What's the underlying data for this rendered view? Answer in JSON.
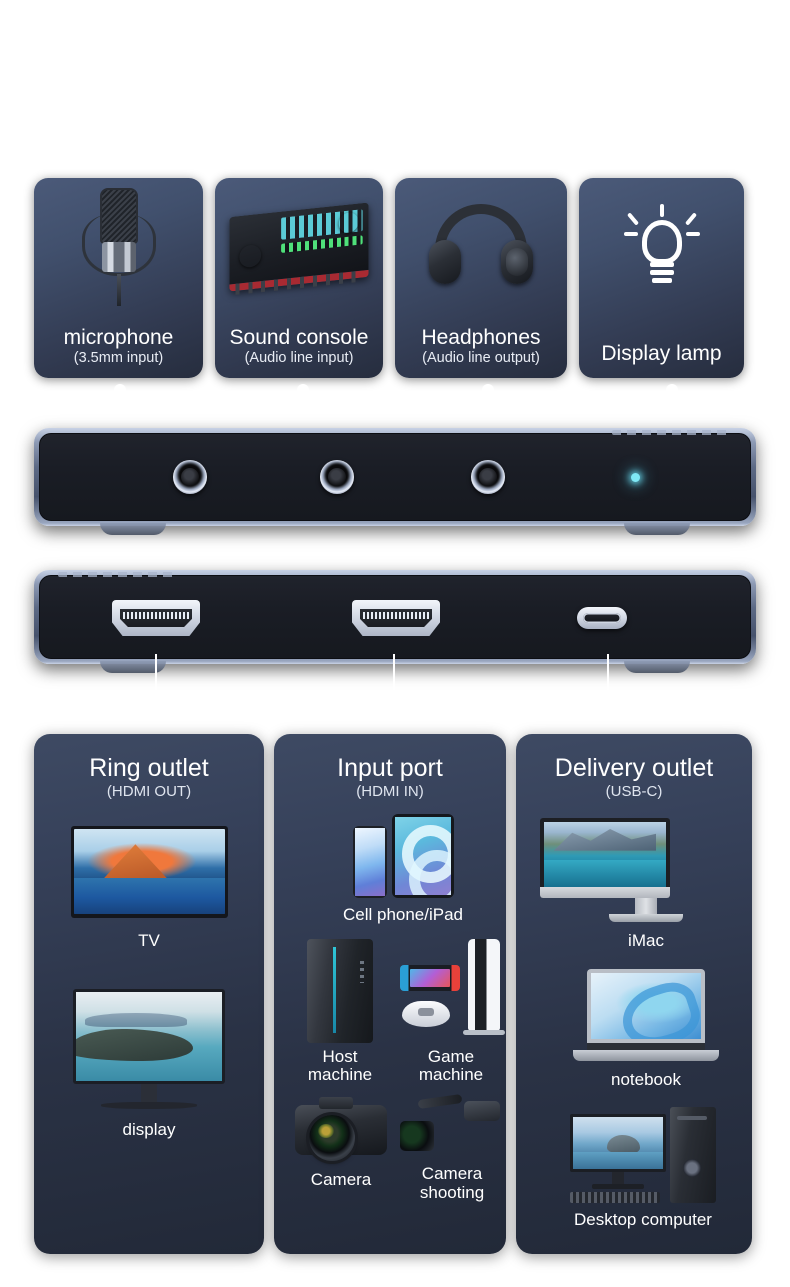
{
  "page": {
    "title": "Product interface diagram",
    "bg_top": "#0a0c12",
    "bg_bottom": "#5c6b8a",
    "accent_led": "#7fe8f5",
    "line_color": "#ffffff"
  },
  "top_cards": [
    {
      "label": "microphone",
      "sub": "(3.5mm input)",
      "icon": "microphone-icon"
    },
    {
      "label": "Sound console",
      "sub": "(Audio line input)",
      "icon": "sound-console-icon"
    },
    {
      "label": "Headphones",
      "sub": "(Audio line output)",
      "icon": "headphones-icon"
    },
    {
      "label": "Display lamp",
      "sub": "",
      "icon": "light-bulb-icon"
    }
  ],
  "device_top": {
    "name": "audio-port-panel",
    "ports": [
      {
        "type": "audio-jack",
        "name": "mic-jack"
      },
      {
        "type": "audio-jack",
        "name": "line-in-jack"
      },
      {
        "type": "audio-jack",
        "name": "line-out-jack"
      },
      {
        "type": "led",
        "name": "power-led",
        "color": "#7fe8f5"
      }
    ]
  },
  "device_bottom": {
    "name": "video-port-panel",
    "ports": [
      {
        "type": "hdmi",
        "name": "hdmi-out-port"
      },
      {
        "type": "hdmi",
        "name": "hdmi-in-port"
      },
      {
        "type": "usb-c",
        "name": "usb-c-port"
      }
    ]
  },
  "bottom_cards": [
    {
      "title": "Ring outlet",
      "sub": "(HDMI OUT)",
      "items": [
        {
          "caption": "TV",
          "icon": "tv-icon"
        },
        {
          "caption": "display",
          "icon": "monitor-icon"
        }
      ]
    },
    {
      "title": "Input port",
      "sub": "(HDMI IN)",
      "items": [
        {
          "caption": "Cell phone/iPad",
          "icon": "phone-tablet-icon"
        },
        {
          "caption": "Host\nmachine",
          "icon": "pc-tower-icon"
        },
        {
          "caption": "Game\nmachine",
          "icon": "game-console-icon"
        },
        {
          "caption": "Camera",
          "icon": "dslr-camera-icon"
        },
        {
          "caption": "Camera\nshooting",
          "icon": "camcorder-icon"
        }
      ]
    },
    {
      "title": "Delivery outlet",
      "sub": "(USB-C)",
      "items": [
        {
          "caption": "iMac",
          "icon": "imac-icon"
        },
        {
          "caption": "notebook",
          "icon": "laptop-icon"
        },
        {
          "caption": "Desktop computer",
          "icon": "desktop-computer-icon"
        }
      ]
    }
  ],
  "captions_flat": {
    "tv": "TV",
    "display": "display",
    "cell_phone_ipad": "Cell phone/iPad",
    "host_machine_l1": "Host",
    "host_machine_l2": "machine",
    "game_machine_l1": "Game",
    "game_machine_l2": "machine",
    "camera": "Camera",
    "camera_shooting_l1": "Camera",
    "camera_shooting_l2": "shooting",
    "imac": "iMac",
    "notebook": "notebook",
    "desktop_computer": "Desktop computer"
  }
}
